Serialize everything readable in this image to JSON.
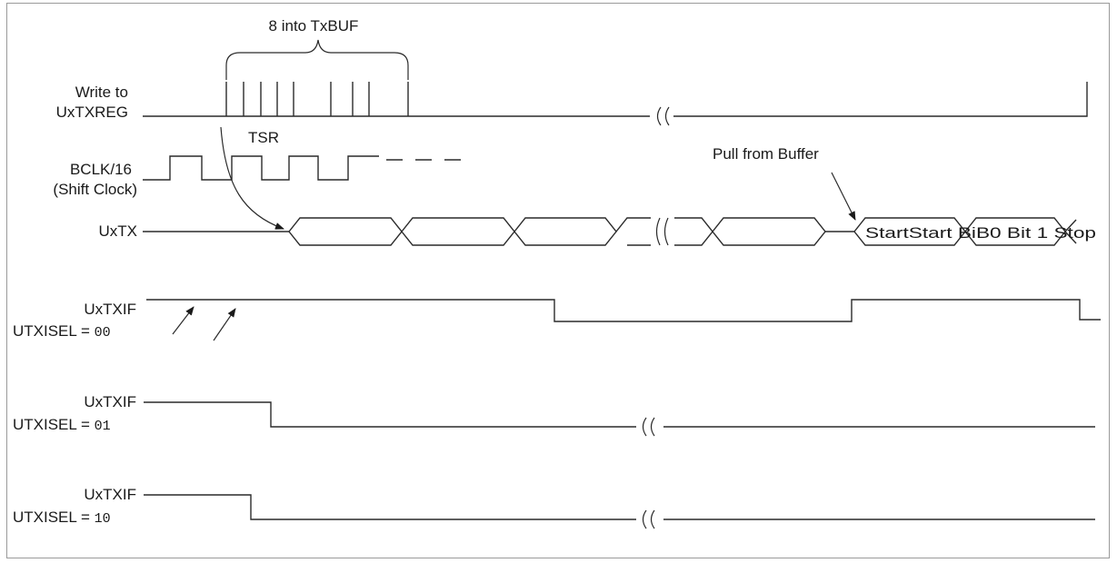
{
  "diagram": {
    "brace_label": "8 into TxBUF",
    "tsr_label": "TSR",
    "pull_label": "Pull from Buffer",
    "uxtx_tail_text": "StartStart BiB0 Bit 1 Stop",
    "signals": {
      "write": {
        "line1": "Write to",
        "line2": "UxTXREG"
      },
      "bclk": {
        "line1": "BCLK/16",
        "line2": "(Shift Clock)"
      },
      "uxtx": {
        "label": "UxTX"
      },
      "txif00": {
        "name": "UxTXIF",
        "prefix": "UTXISEL = ",
        "mode": "00"
      },
      "txif01": {
        "name": "UxTXIF",
        "prefix": "UTXISEL = ",
        "mode": "01"
      },
      "txif10": {
        "name": "UxTXIF",
        "prefix": "UTXISEL = ",
        "mode": "10"
      }
    }
  }
}
